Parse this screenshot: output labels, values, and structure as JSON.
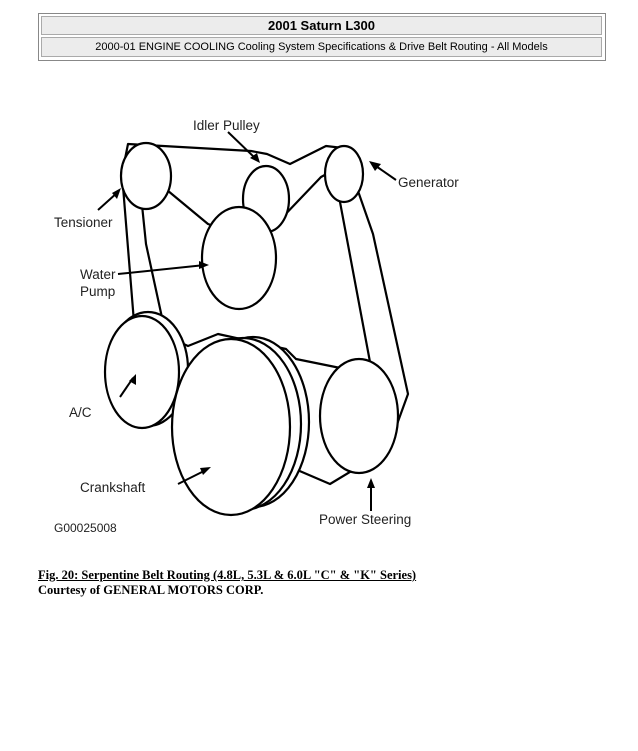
{
  "header": {
    "title": "2001 Saturn L300",
    "subtitle": "2000-01 ENGINE COOLING Cooling System Specifications & Drive Belt Routing - All Models"
  },
  "figure": {
    "labels": {
      "idler": "Idler Pulley",
      "generator": "Generator",
      "tensioner": "Tensioner",
      "water1": "Water",
      "water2": "Pump",
      "ac": "A/C",
      "crankshaft": "Crankshaft",
      "power": "Power Steering",
      "code": "G00025008"
    }
  },
  "caption": {
    "figure": "Fig. 20: Serpentine Belt Routing (4.8L, 5.3L & 6.0L \"C\" & \"K\" Series)",
    "courtesy": "Courtesy of GENERAL MOTORS CORP."
  }
}
